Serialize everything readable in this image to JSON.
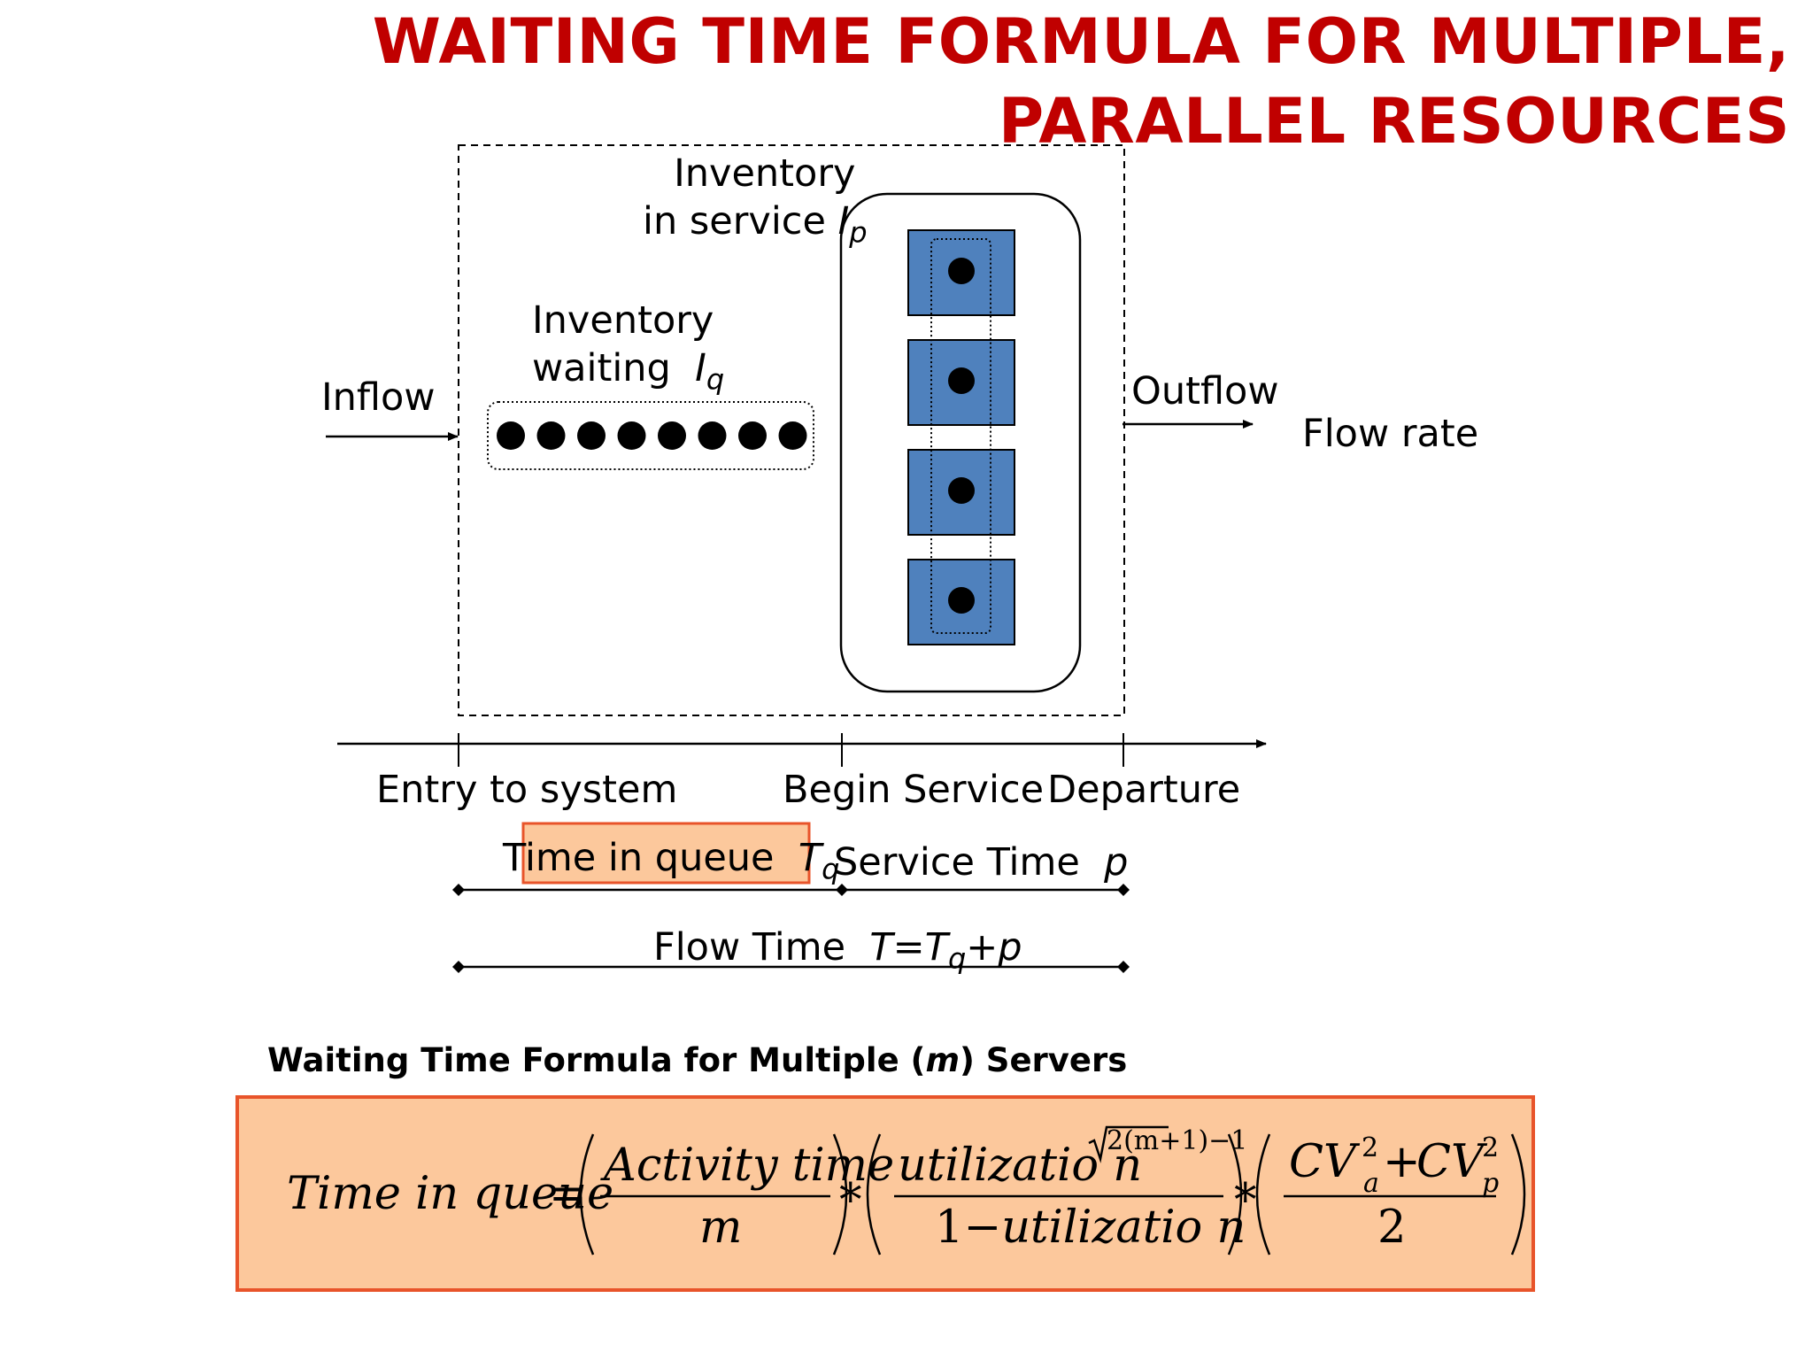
{
  "title": {
    "line1": "WAITING TIME FORMULA FOR MULTIPLE,",
    "line2": "PARALLEL RESOURCES"
  },
  "diagram": {
    "inventory_service": {
      "line1": "Inventory",
      "line2_text": "in service",
      "symbol": "I",
      "subscript": "p"
    },
    "inventory_waiting": {
      "line1": "Inventory",
      "line2_text": "waiting",
      "symbol": "I",
      "subscript": "q"
    },
    "inflow": "Inflow",
    "outflow": "Outflow",
    "flow_rate": "Flow rate",
    "timeline": {
      "entry": "Entry to system",
      "begin": "Begin Service",
      "departure": "Departure"
    },
    "time_in_queue": {
      "text": "Time in queue",
      "symbol": "T",
      "subscript": "q"
    },
    "service_time": {
      "text": "Service Time",
      "symbol": "p"
    },
    "flow_time": {
      "text": "Flow Time",
      "eq_pre": "T=T",
      "eq_sub": "q",
      "eq_post": "+p"
    },
    "queue_dots": 8,
    "servers": 4
  },
  "formula": {
    "heading_pre": "Waiting Time Formula for Multiple (",
    "heading_var": "m",
    "heading_post": ") Servers",
    "lhs": "Time in queue",
    "eq": "=",
    "f1_num": "Activity time",
    "f1_den": "m",
    "times": "*",
    "f2_num": "utilizatio n",
    "f2_exp_radicand": "2(m+1)",
    "f2_exp_tail": "−1",
    "f2_den_one": "1",
    "f2_den_minus": "−",
    "f2_den_var": "utilizatio n",
    "f3_cv": "CV",
    "f3_sup": "2",
    "f3_sub_a": "a",
    "f3_plus": "+",
    "f3_sub_p": "p",
    "f3_den": "2"
  },
  "colors": {
    "title_red": "#c00000",
    "server_blue": "#4f81bd",
    "highlight_fill": "#fcc89c",
    "highlight_border": "#e8542a"
  }
}
